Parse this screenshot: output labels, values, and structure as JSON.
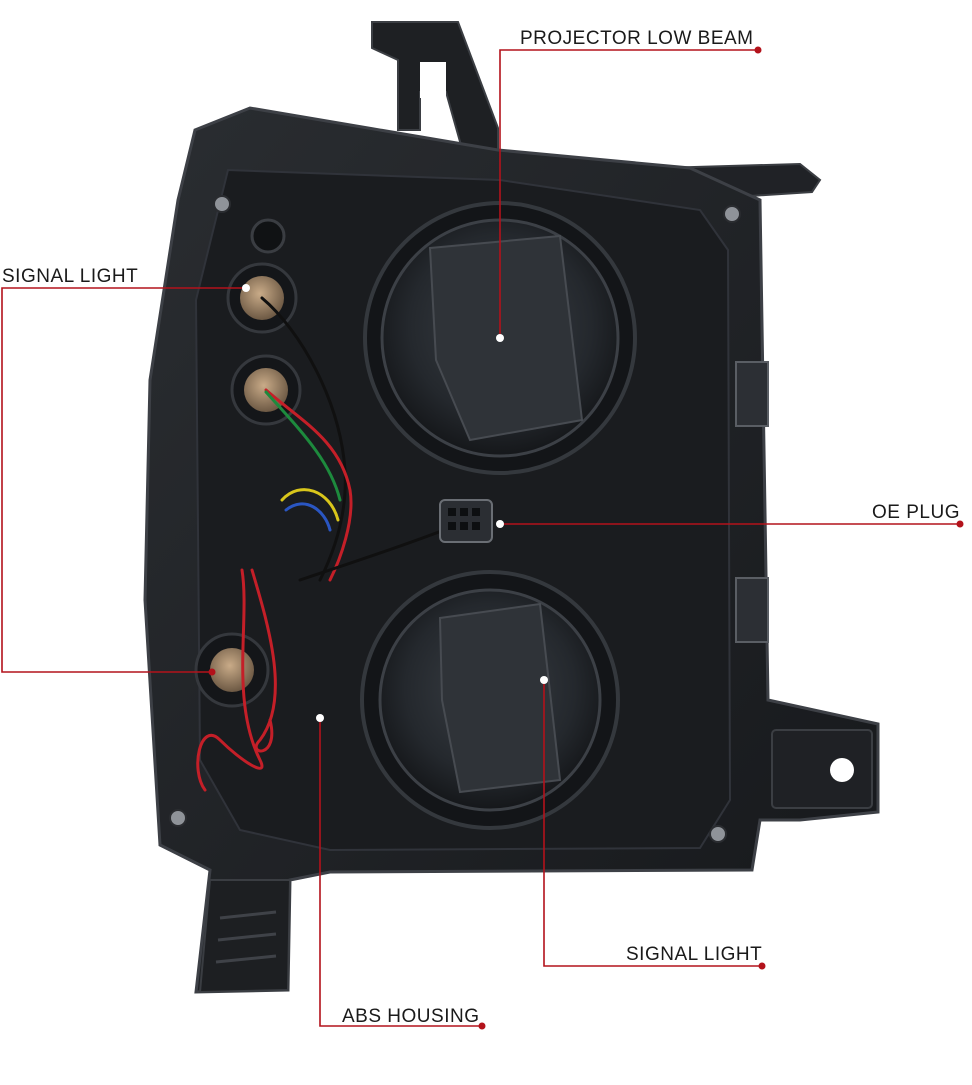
{
  "colors": {
    "leader": "#b3121b",
    "housing": "#1b1d20",
    "housing_edge": "#3a3d42",
    "lens_ring": "#262a2f",
    "bulb_socket": "#a6896a",
    "background": "#ffffff"
  },
  "callouts": [
    {
      "id": "projector-low-beam",
      "label": "PROJECTOR LOW BEAM"
    },
    {
      "id": "signal-light-left",
      "label": "SIGNAL LIGHT"
    },
    {
      "id": "oe-plug",
      "label": "OE PLUG"
    },
    {
      "id": "signal-light-bottom",
      "label": "SIGNAL LIGHT"
    },
    {
      "id": "abs-housing",
      "label": "ABS HOUSING"
    }
  ]
}
